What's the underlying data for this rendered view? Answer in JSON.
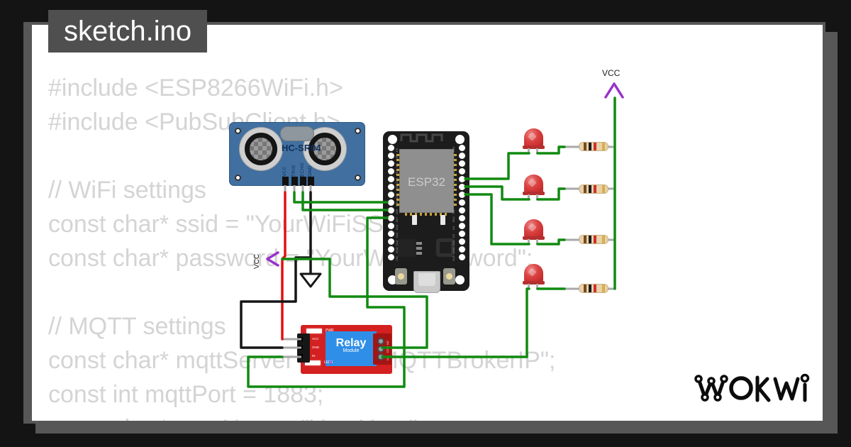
{
  "window": {
    "title_chip": "sketch.ino",
    "brand": "WOKWI"
  },
  "code": {
    "lines": [
      "#include <ESP8266WiFi.h>",
      "#include <PubSubClient.h>",
      "// WiFi settings",
      "const char* ssid = \"YourWiFiSSID\";",
      "const char* password = \"YourWiFiPassword\";",
      "// MQTT settings",
      "const char* mqttServer = \"YourMQTTBrokerIP\";",
      "const int mqttPort = 1883;",
      "const char* mqttUser = \"YourUser\";"
    ]
  },
  "components": {
    "ultrasonic": {
      "label": "HC-SR04",
      "pins": [
        "VCC",
        "TRIG",
        "ECHO",
        "GND"
      ]
    },
    "esp32": {
      "label": "ESP32",
      "left_pins": [
        "EN",
        "VP",
        "VN",
        "D34",
        "D35",
        "D32",
        "D33",
        "D25",
        "D26",
        "D27",
        "D14",
        "D12",
        "D13",
        "GND",
        "VIN"
      ],
      "right_pins": [
        "D23",
        "D22",
        "TX0",
        "RX0",
        "D21",
        "D19",
        "D18",
        "D5",
        "TX2",
        "RX2",
        "D4",
        "D2",
        "D15",
        "GND",
        "3V3"
      ]
    },
    "relay": {
      "title": "Relay",
      "subtitle": "Module",
      "indicators": [
        "PWR",
        "LED1"
      ],
      "pins": [
        "VCC",
        "GND",
        "IN"
      ],
      "terminals": [
        "NC",
        "COM",
        "NO"
      ]
    },
    "leds": {
      "count": 4,
      "color": "red"
    },
    "resistors": {
      "count": 4,
      "bands": [
        "brown",
        "black",
        "red",
        "gold"
      ]
    },
    "power": {
      "top_label": "VCC",
      "left_label": "VCC"
    }
  },
  "colors": {
    "bg": "#141414",
    "frame": "#575757",
    "chip_bg": "#4f4f4f",
    "code_text": "#d4d4d4",
    "wire_green": "#118a11",
    "wire_red": "#e01212",
    "wire_black": "#161616",
    "vcc_purple": "#9932cc",
    "board_blue": "#4170a0",
    "esp_black": "#1c1c1c",
    "relay_red": "#d42020",
    "relay_blue": "#2f8fe8",
    "led_red": "#cf3131",
    "resistor_body": "#e8d2a8",
    "lead_gray": "#a9a9a9",
    "logo_black": "#0c0c0c"
  }
}
